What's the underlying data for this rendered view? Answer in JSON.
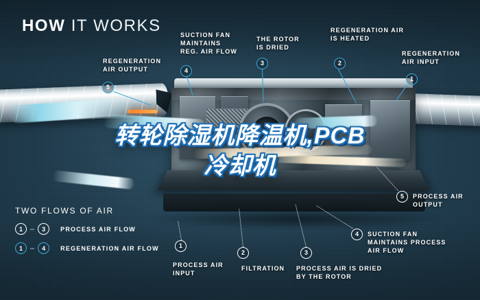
{
  "title": {
    "bold": "HOW",
    "light": "IT WORKS"
  },
  "overlay": {
    "line1": "转轮除湿机降温机,PCB",
    "line2": "冷却机"
  },
  "colors": {
    "background": "#1e3a4b",
    "accent_blue": "#3fa9d8",
    "label_white": "#ffffff",
    "heater_orange": "#ff8a2a",
    "airflow_cyan": "#9fdcec"
  },
  "callouts": [
    {
      "num": "5",
      "style": "cyan",
      "label": "REGENERATION\nAIR OUTPUT",
      "position": "top-left"
    },
    {
      "num": "4",
      "style": "cyan",
      "label": "SUCTION FAN\nMAINTAINS\nREG. AIR FLOW",
      "position": "top"
    },
    {
      "num": "3",
      "style": "cyan",
      "label": "THE ROTOR\nIS DRIED",
      "position": "top"
    },
    {
      "num": "2",
      "style": "cyan",
      "label": "REGENERATION AIR\nIS HEATED",
      "position": "top"
    },
    {
      "num": "1",
      "style": "cyan",
      "label": "REGENERATION\nAIR INPUT",
      "position": "top-right"
    },
    {
      "num": "5",
      "style": "white",
      "label": "PROCESS AIR\nOUTPUT",
      "position": "right"
    },
    {
      "num": "4",
      "style": "white",
      "label": "SUCTION FAN\nMAINTAINS PROCESS\nAIR FLOW",
      "position": "bottom-right"
    },
    {
      "num": "3",
      "style": "white",
      "label": "PROCESS AIR IS DRIED\nBY THE ROTOR",
      "position": "bottom"
    },
    {
      "num": "2",
      "style": "white",
      "label": "FILTRATION",
      "position": "bottom"
    },
    {
      "num": "1",
      "style": "white",
      "label": "PROCESS AIR\nINPUT",
      "position": "bottom-left"
    }
  ],
  "labels": {
    "regen_air_output": "REGENERATION\nAIR OUTPUT",
    "suction_fan_reg": "SUCTION FAN\nMAINTAINS\nREG. AIR FLOW",
    "rotor_dried": "THE ROTOR\nIS DRIED",
    "regen_heated": "REGENERATION AIR\nIS HEATED",
    "regen_input": "REGENERATION\nAIR INPUT",
    "process_output": "PROCESS AIR\nOUTPUT",
    "suction_fan_process": "SUCTION FAN\nMAINTAINS PROCESS\nAIR FLOW",
    "process_dried": "PROCESS AIR IS DRIED\nBY THE ROTOR",
    "filtration": "FILTRATION",
    "process_input": "PROCESS AIR\nINPUT"
  },
  "legend": {
    "heading": "TWO FLOWS OF AIR",
    "rows": [
      {
        "from": "1",
        "dash": "–",
        "to": "3",
        "text": "PROCESS AIR FLOW",
        "style": "white"
      },
      {
        "from": "1",
        "dash": "–",
        "to": "4",
        "text": "REGENERATION AIR FLOW",
        "style": "cyan"
      }
    ]
  }
}
